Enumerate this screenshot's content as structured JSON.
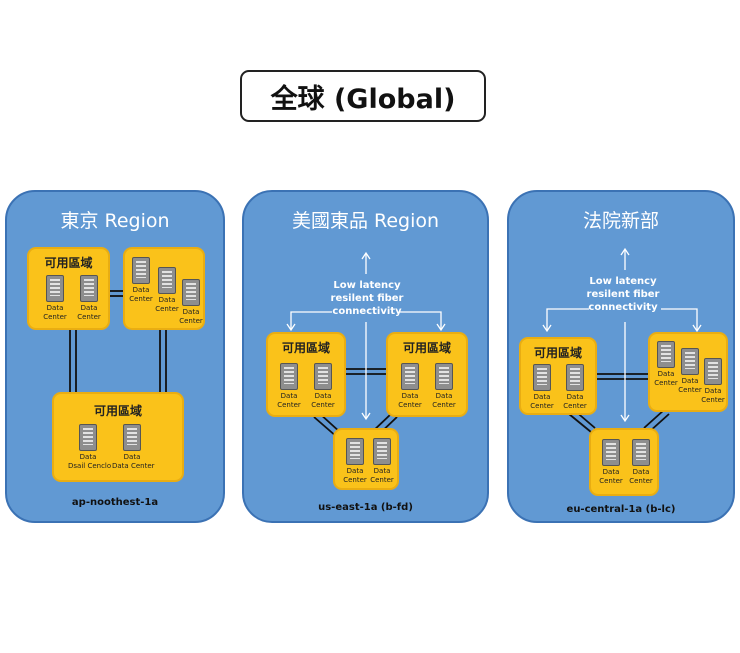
{
  "global_title": "全球 (Global)",
  "regions": [
    {
      "title": "東京 Region",
      "id": "ap-noothest-1a",
      "zones": [
        {
          "label": "可用區域",
          "centers": [
            {
              "l1": "Data",
              "l2": "Center"
            },
            {
              "l1": "Data",
              "l2": "Center"
            }
          ]
        },
        {
          "label": "",
          "centers": [
            {
              "l1": "Data",
              "l2": "Center"
            },
            {
              "l1": "Data",
              "l2": "Center"
            },
            {
              "l1": "Data",
              "l2": "Center"
            }
          ]
        },
        {
          "label": "可用區域",
          "centers": [
            {
              "l1": "Data",
              "l2": "Dsail Cenclo"
            },
            {
              "l1": "Data",
              "l2": "Data Center"
            }
          ]
        }
      ]
    },
    {
      "title": "美國東品 Region",
      "id": "us-east-1a (b-fd)",
      "note": [
        "Low latency",
        "resilent fiber",
        "connectivity"
      ],
      "zones": [
        {
          "label": "可用區域",
          "centers": [
            {
              "l1": "Data",
              "l2": "Center"
            },
            {
              "l1": "Data",
              "l2": "Center"
            }
          ]
        },
        {
          "label": "可用區域",
          "centers": [
            {
              "l1": "Data",
              "l2": "Center"
            },
            {
              "l1": "Data",
              "l2": "Center"
            }
          ]
        },
        {
          "label": "",
          "centers": [
            {
              "l1": "Data",
              "l2": "Center"
            },
            {
              "l1": "Data",
              "l2": "Center"
            }
          ]
        }
      ]
    },
    {
      "title": "法院新部",
      "id": "eu-central-1a (b-lc)",
      "note": [
        "Low latency",
        "resilent fiber",
        "connectivity"
      ],
      "zones": [
        {
          "label": "可用區域",
          "centers": [
            {
              "l1": "Data",
              "l2": "Center"
            },
            {
              "l1": "Data",
              "l2": "Center"
            }
          ]
        },
        {
          "label": "",
          "centers": [
            {
              "l1": "Data",
              "l2": "Center"
            },
            {
              "l1": "Data",
              "l2": "Center"
            },
            {
              "l1": "Data",
              "l2": "Center"
            }
          ]
        },
        {
          "label": "",
          "centers": [
            {
              "l1": "Data",
              "l2": "Center"
            },
            {
              "l1": "Data",
              "l2": "Center"
            }
          ]
        }
      ]
    }
  ],
  "colors": {
    "region_fill": "#6199d3",
    "region_border": "#3b72b4",
    "zone_fill": "#fac21a",
    "link": "#111111"
  }
}
